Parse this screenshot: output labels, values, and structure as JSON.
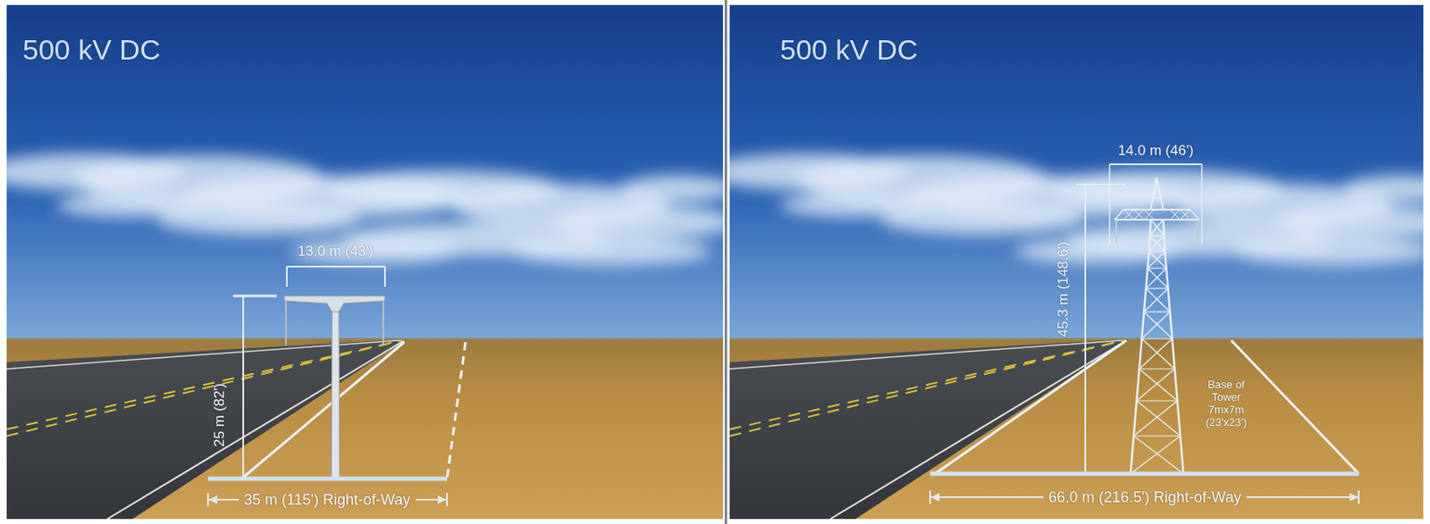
{
  "diagram": {
    "labels": [
      "500 kV DC",
      "13.0 m (43')",
      "25 m (82')",
      "35 m (115') Right-of-Way",
      "500 kV DC",
      "14.0 m (46')",
      "45.3 m (148.6')",
      "Base of Tower 7mx7m (23'x23')",
      "66.0 m (216.5') Right-of-Way"
    ]
  }
}
